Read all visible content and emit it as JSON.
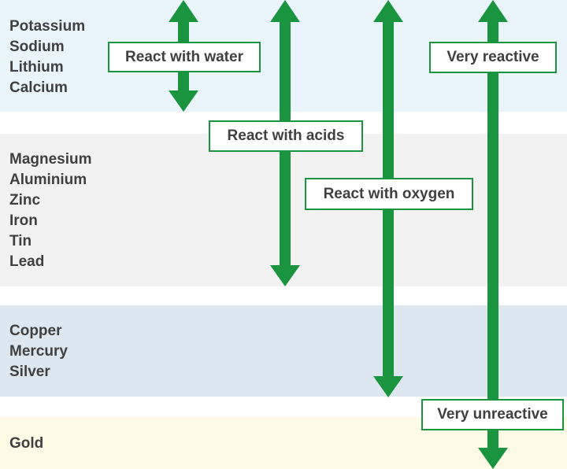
{
  "groups": [
    {
      "metals": [
        "Potassium",
        "Sodium",
        "Lithium",
        "Calcium"
      ]
    },
    {
      "metals": [
        "Magnesium",
        "Aluminium",
        "Zinc",
        "Iron",
        "Tin",
        "Lead"
      ]
    },
    {
      "metals": [
        "Copper",
        "Mercury",
        "Silver"
      ]
    },
    {
      "metals": [
        "Gold"
      ]
    }
  ],
  "labels": {
    "react_with_water": "React with water",
    "react_with_acids": "React with acids",
    "react_with_oxygen": "React with oxygen",
    "very_reactive": "Very reactive",
    "very_unreactive": "Very unreactive"
  },
  "colors": {
    "arrow": "#1b9440",
    "band_reactive": "#e9f4fb",
    "band_mid": "#f2f2f2",
    "band_low": "#dde7ef",
    "band_gold": "#fdfbe5",
    "text": "#404040"
  }
}
